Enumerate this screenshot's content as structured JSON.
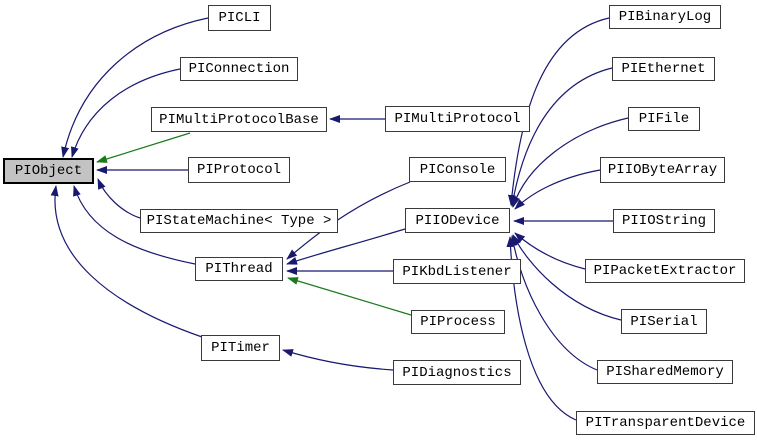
{
  "colors": {
    "edge_public": "#191970",
    "edge_protected": "#1a7a1a",
    "node_fill": "#ffffff",
    "node_border": "#3a3a3a",
    "highlight_fill": "#c3c3c3",
    "highlight_border": "#000000",
    "background": "#ffffff"
  },
  "diagram": {
    "type": "inheritance-graph",
    "highlighted_node": "PIObject",
    "nodes": {
      "PIObject": "PIObject",
      "PICLI": "PICLI",
      "PIConnection": "PIConnection",
      "PIMultiProtocolBase": "PIMultiProtocolBase",
      "PIMultiProtocol": "PIMultiProtocol",
      "PIProtocol": "PIProtocol",
      "PIStateMachine": "PIStateMachine< Type >",
      "PIThread": "PIThread",
      "PITimer": "PITimer",
      "PIConsole": "PIConsole",
      "PIIODevice": "PIIODevice",
      "PIKbdListener": "PIKbdListener",
      "PIProcess": "PIProcess",
      "PIDiagnostics": "PIDiagnostics",
      "PIBinaryLog": "PIBinaryLog",
      "PIEthernet": "PIEthernet",
      "PIFile": "PIFile",
      "PIIOByteArray": "PIIOByteArray",
      "PIIOString": "PIIOString",
      "PIPacketExtractor": "PIPacketExtractor",
      "PISerial": "PISerial",
      "PISharedMemory": "PISharedMemory",
      "PITransparentDevice": "PITransparentDevice"
    },
    "edges": [
      {
        "from": "PICLI",
        "to": "PIObject",
        "type": "public"
      },
      {
        "from": "PIConnection",
        "to": "PIObject",
        "type": "public"
      },
      {
        "from": "PIMultiProtocolBase",
        "to": "PIObject",
        "type": "protected"
      },
      {
        "from": "PIProtocol",
        "to": "PIObject",
        "type": "public"
      },
      {
        "from": "PIStateMachine",
        "to": "PIObject",
        "type": "public"
      },
      {
        "from": "PIThread",
        "to": "PIObject",
        "type": "public"
      },
      {
        "from": "PITimer",
        "to": "PIObject",
        "type": "public"
      },
      {
        "from": "PIMultiProtocol",
        "to": "PIMultiProtocolBase",
        "type": "public"
      },
      {
        "from": "PIConsole",
        "to": "PIThread",
        "type": "public"
      },
      {
        "from": "PIIODevice",
        "to": "PIThread",
        "type": "public"
      },
      {
        "from": "PIKbdListener",
        "to": "PIThread",
        "type": "public"
      },
      {
        "from": "PIProcess",
        "to": "PIThread",
        "type": "protected"
      },
      {
        "from": "PIDiagnostics",
        "to": "PITimer",
        "type": "public"
      },
      {
        "from": "PIBinaryLog",
        "to": "PIIODevice",
        "type": "public"
      },
      {
        "from": "PIEthernet",
        "to": "PIIODevice",
        "type": "public"
      },
      {
        "from": "PIFile",
        "to": "PIIODevice",
        "type": "public"
      },
      {
        "from": "PIIOByteArray",
        "to": "PIIODevice",
        "type": "public"
      },
      {
        "from": "PIIOString",
        "to": "PIIODevice",
        "type": "public"
      },
      {
        "from": "PIPacketExtractor",
        "to": "PIIODevice",
        "type": "public"
      },
      {
        "from": "PISerial",
        "to": "PIIODevice",
        "type": "public"
      },
      {
        "from": "PISharedMemory",
        "to": "PIIODevice",
        "type": "public"
      },
      {
        "from": "PITransparentDevice",
        "to": "PIIODevice",
        "type": "public"
      }
    ]
  }
}
